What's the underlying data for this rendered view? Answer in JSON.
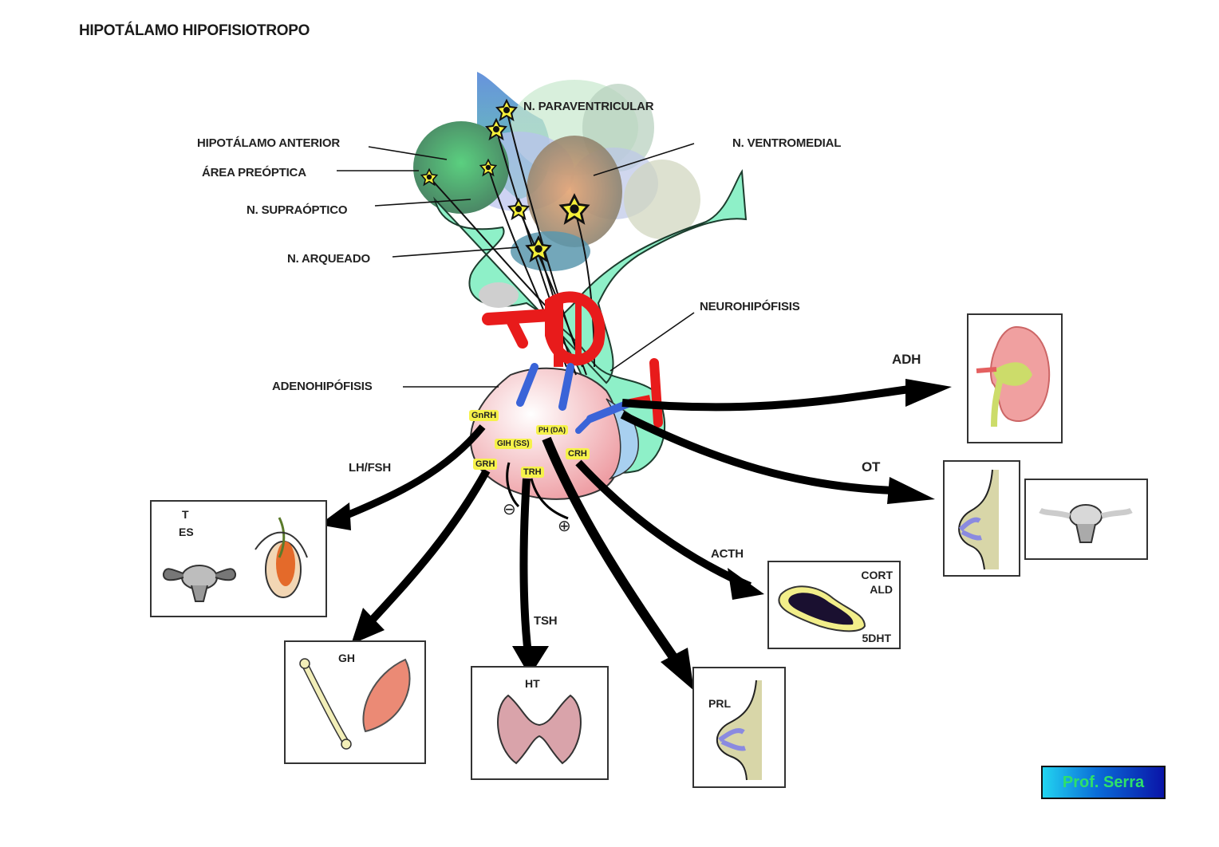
{
  "title": "HIPOTÁLAMO HIPOFISIOTROPO",
  "hypothalamus_labels": {
    "paraventricular": "N. PARAVENTRICULAR",
    "ventromedial": "N. VENTROMEDIAL",
    "anterior": "HIPOTÁLAMO ANTERIOR",
    "preoptic": "ÁREA PREÓPTICA",
    "supraoptic": "N. SUPRAÓPTICO",
    "arcuate": "N. ARQUEADO"
  },
  "pituitary_labels": {
    "neurohypophysis": "NEUROHIPÓFISIS",
    "adenohypophysis": "ADENOHIPÓFISIS"
  },
  "releasing_hormones": {
    "gnrh": "GnRH",
    "gih": "GIH (SS)",
    "ph": "PH (DA)",
    "grh": "GRH",
    "trh": "TRH",
    "crh": "CRH"
  },
  "feedback_signs": {
    "minus": "⊖",
    "plus": "⊕"
  },
  "pituitary_hormones": {
    "lh_fsh": "LH/FSH",
    "tsh": "TSH",
    "acth": "ACTH",
    "adh": "ADH",
    "ot": "OT"
  },
  "targets": {
    "gonads": {
      "line1": "T",
      "line2": "ES",
      "icons": [
        "uterus-ovaries-icon",
        "testis-icon"
      ]
    },
    "gh": {
      "label": "GH",
      "icons": [
        "bone-icon",
        "muscle-icon"
      ]
    },
    "thyroid": {
      "label": "HT",
      "icons": [
        "thyroid-icon"
      ]
    },
    "prolactin": {
      "label": "PRL",
      "icons": [
        "breast-icon"
      ]
    },
    "adrenal": {
      "line1": "CORT",
      "line2": "ALD",
      "line3": "5DHT",
      "icons": [
        "adrenal-gland-icon"
      ]
    },
    "kidney": {
      "icons": [
        "kidney-icon"
      ]
    },
    "oxytocin_breast": {
      "icons": [
        "breast-icon"
      ]
    },
    "oxytocin_uterus": {
      "icons": [
        "uterus-icon"
      ]
    }
  },
  "author_badge": "Prof. Serra",
  "colors": {
    "vessel_red": "#e81b1b",
    "vessel_blue": "#3a64d8",
    "neuro_green": "#8ef0c8",
    "adeno_pink": "#f4b8bc",
    "highlight_yellow": "#f6f24a",
    "badge_text": "#2ee06a"
  }
}
